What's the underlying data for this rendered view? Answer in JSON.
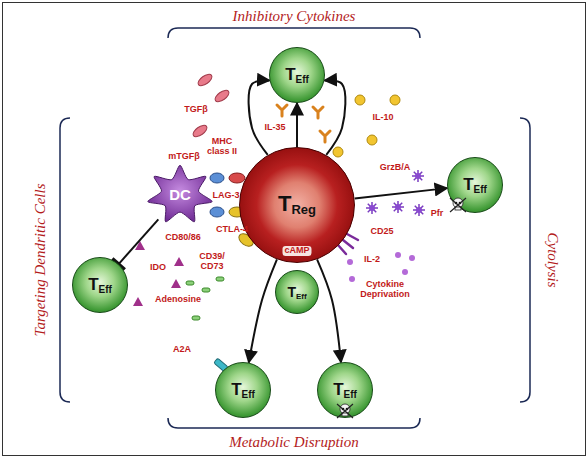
{
  "diagram": {
    "nodes": [
      {
        "text": [
          "T",
          "Eff"
        ]
      },
      {
        "text": [
          "DC"
        ]
      },
      {
        "text": [
          "T",
          "Reg"
        ]
      },
      {
        "text": [
          "T",
          "Eff"
        ]
      },
      {
        "text": [
          "T",
          "Eff"
        ]
      },
      {
        "text": [
          "T",
          "Eff"
        ]
      },
      {
        "text": [
          "T",
          "Eff"
        ]
      },
      {
        "text": [
          "T",
          "Eff"
        ]
      }
    ],
    "edges": [
      {
        "from": 2,
        "to": 0,
        "arrow": "to"
      },
      {
        "from": 2,
        "to": 0,
        "arrow": "to"
      },
      {
        "from": 2,
        "to": 0,
        "arrow": "to"
      },
      {
        "from": 2,
        "to": 3,
        "arrow": "to"
      },
      {
        "from": 1,
        "to": 4,
        "arrow": "to"
      },
      {
        "from": 2,
        "to": 6,
        "arrow": "to"
      },
      {
        "from": 2,
        "to": 7,
        "arrow": "to"
      }
    ],
    "labels": [
      "Inhibitory Cytokines",
      "Targeting Dendritic Cells",
      "Cytolysis",
      "TGFβ",
      "IL-35",
      "IL-10",
      "mTGFβ",
      "MHC class II",
      "LAG-3",
      "CD80/86",
      "CTLA-4",
      "IDO",
      "GrzB/A",
      "Pfr",
      "CD25",
      "CD39/ CD73",
      "cAMP",
      "Adenosine",
      "A2A",
      "IL-2",
      "Cytokine Deprivation",
      "Metabolic Disruption"
    ]
  }
}
